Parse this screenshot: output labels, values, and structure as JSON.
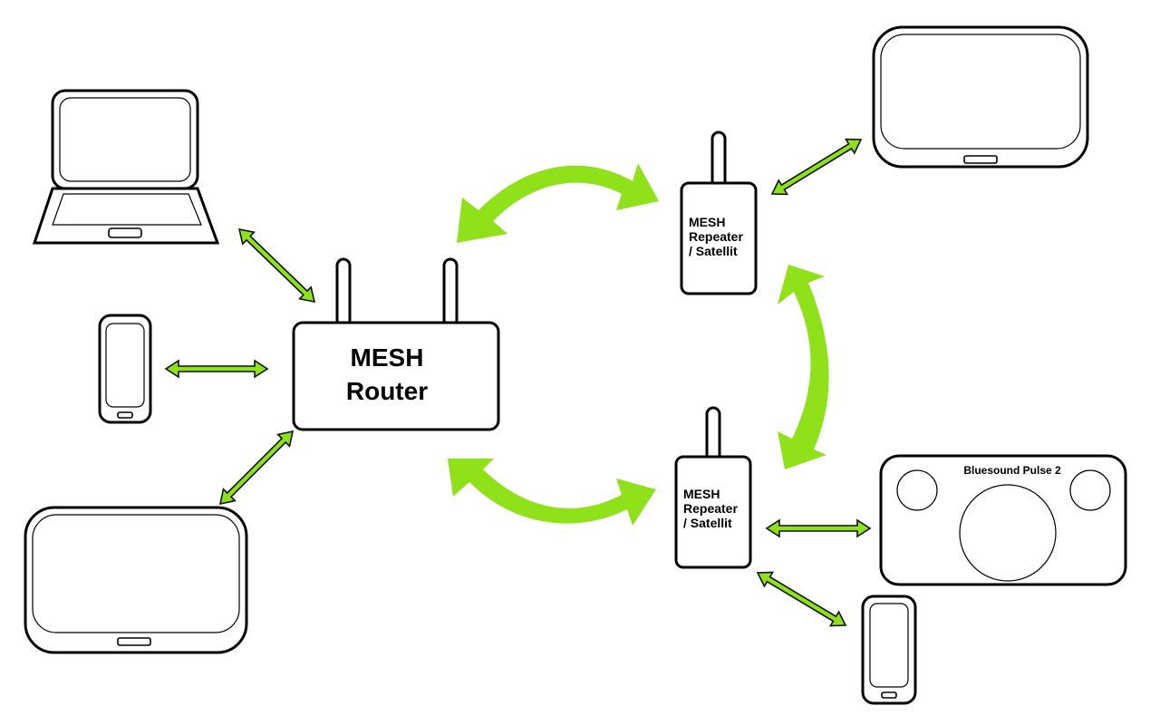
{
  "router": {
    "line1": "MESH",
    "line2": "Router"
  },
  "satellite_top": {
    "line1": "MESH",
    "line2": "Repeater",
    "line3": "/ Satellit"
  },
  "satellite_bottom": {
    "line1": "MESH",
    "line2": "Repeater",
    "line3": "/ Satellit"
  },
  "speaker": {
    "label": "Bluesound Pulse 2"
  },
  "colors": {
    "arrow_fill": "#8fe11a",
    "outline": "#000000",
    "background": "#ffffff"
  }
}
